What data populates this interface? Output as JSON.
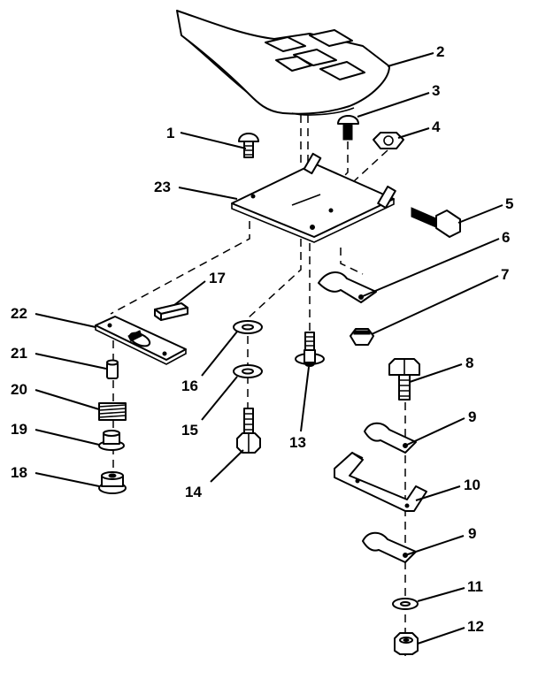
{
  "callouts": [
    {
      "id": "c1",
      "label": "1"
    },
    {
      "id": "c2",
      "label": "2"
    },
    {
      "id": "c3",
      "label": "3"
    },
    {
      "id": "c4",
      "label": "4"
    },
    {
      "id": "c5",
      "label": "5"
    },
    {
      "id": "c6",
      "label": "6"
    },
    {
      "id": "c7",
      "label": "7"
    },
    {
      "id": "c8",
      "label": "8"
    },
    {
      "id": "c9a",
      "label": "9"
    },
    {
      "id": "c10",
      "label": "10"
    },
    {
      "id": "c9b",
      "label": "9"
    },
    {
      "id": "c11",
      "label": "11"
    },
    {
      "id": "c12",
      "label": "12"
    },
    {
      "id": "c13",
      "label": "13"
    },
    {
      "id": "c14",
      "label": "14"
    },
    {
      "id": "c15",
      "label": "15"
    },
    {
      "id": "c16",
      "label": "16"
    },
    {
      "id": "c17",
      "label": "17"
    },
    {
      "id": "c18",
      "label": "18"
    },
    {
      "id": "c19",
      "label": "19"
    },
    {
      "id": "c20",
      "label": "20"
    },
    {
      "id": "c21",
      "label": "21"
    },
    {
      "id": "c22",
      "label": "22"
    },
    {
      "id": "c23",
      "label": "23"
    }
  ]
}
